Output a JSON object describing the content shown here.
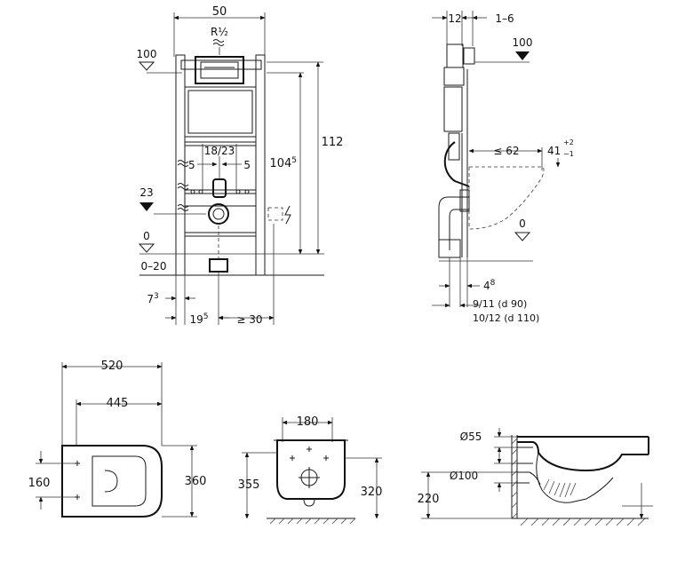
{
  "front_view": {
    "width_dim": "50",
    "thread": "R½",
    "level_100": "100",
    "height_112": "112",
    "height_104": "104",
    "height_104_sup": "5",
    "spacing_18_23": "18/23",
    "side_5_left": "5",
    "side_5_right": "5",
    "level_23": "23",
    "level_0": "0",
    "range_0_20": "0–20",
    "dim_7": "7",
    "dim_7_sup": "3",
    "dim_19": "19",
    "dim_19_sup": "5",
    "dim_ge30": "≥ 30"
  },
  "side_view": {
    "dim_12": "12",
    "dim_1_6": "1–6",
    "level_100": "100",
    "dim_le62": "≤ 62",
    "dim_41": "41",
    "dim_41_tol_plus": "+2",
    "dim_41_tol_minus": "−1",
    "level_0": "0",
    "dim_4": "4",
    "dim_4_sup": "8",
    "pipe_9_11": "9/11  (d 90)",
    "pipe_10_12": "10/12 (d 110)"
  },
  "bowl_top_view": {
    "length_520": "520",
    "length_445": "445",
    "width_160": "160",
    "width_360": "360"
  },
  "bowl_back_view": {
    "width_180": "180",
    "height_355": "355",
    "height_320": "320"
  },
  "bowl_section_view": {
    "dia_55": "Ø55",
    "dia_100": "Ø100",
    "height_220": "220"
  }
}
